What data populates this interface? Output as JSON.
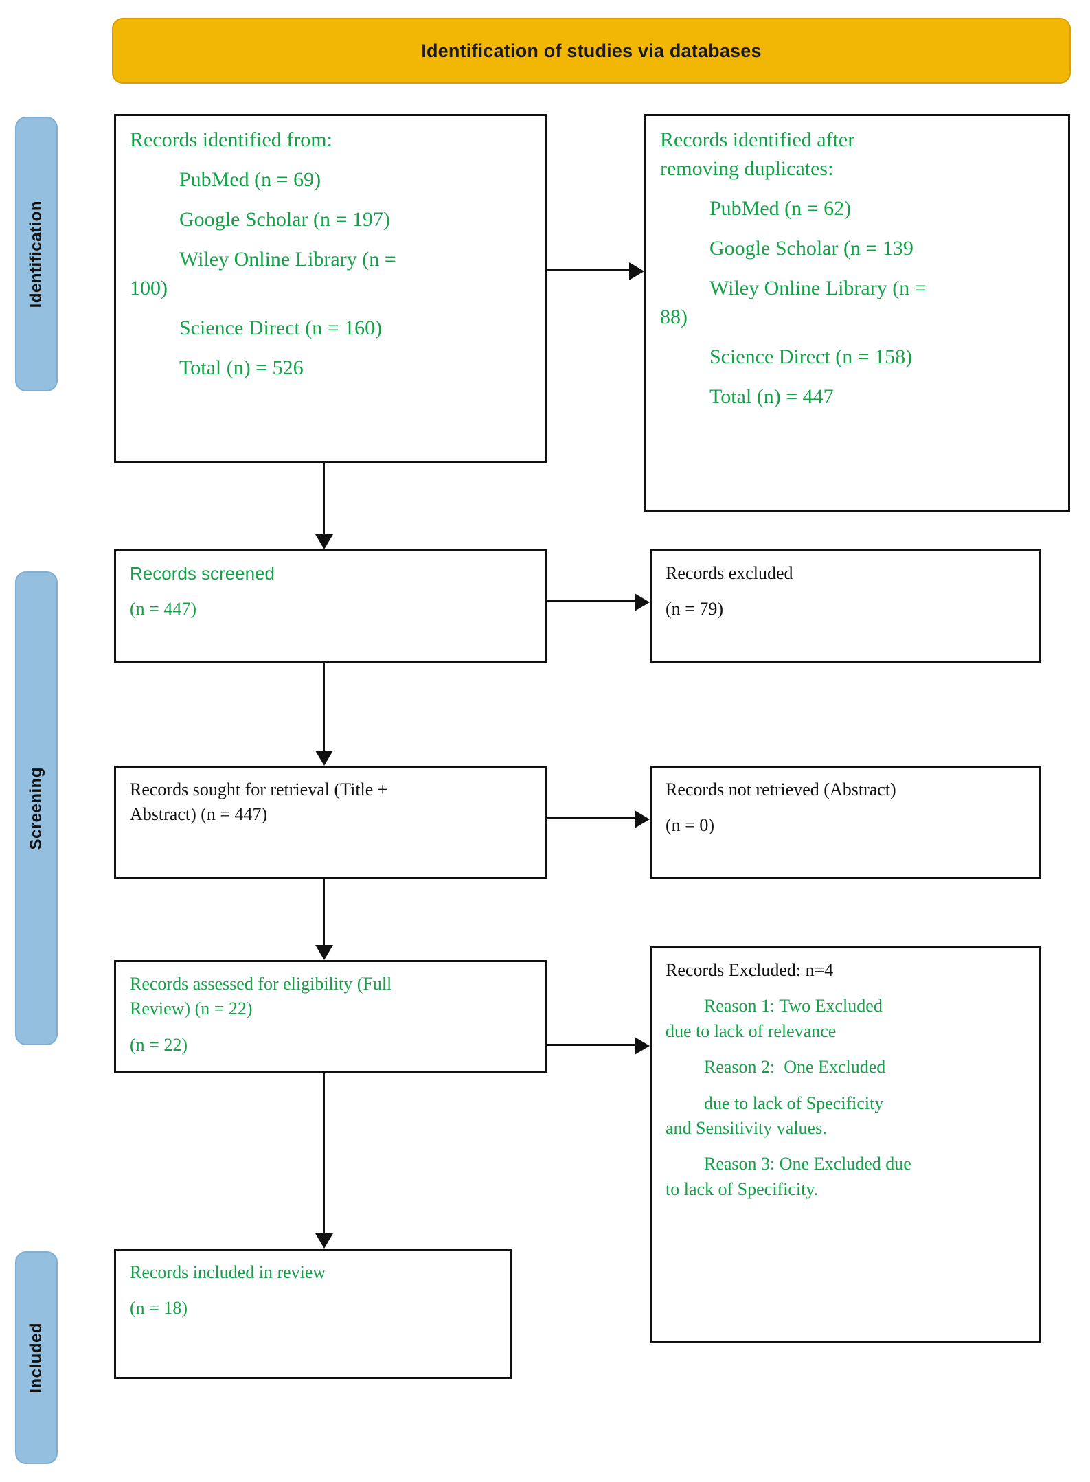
{
  "banner": {
    "title": "Identification of studies via databases"
  },
  "stages": [
    {
      "id": "identification",
      "label": "Identification"
    },
    {
      "id": "screening",
      "label": "Screening"
    },
    {
      "id": "included",
      "label": "Included"
    }
  ],
  "colors": {
    "banner_background": "#F2B705",
    "stage_background": "#94BFDF",
    "green_text": "#17A04A",
    "black_text": "#121212",
    "box_border": "#111111"
  },
  "boxes": {
    "identified": {
      "heading": "Records identified from:",
      "lines": [
        "PubMed (n = 69)",
        "Google Scholar (n = 197)",
        "Wiley Online Library (n =",
        "100)",
        "Science Direct (n = 160)",
        "Total (n) = 526"
      ]
    },
    "deduplicated": {
      "heading_line1": "Records identified after",
      "heading_line2": "removing duplicates:",
      "lines": [
        "PubMed (n = 62)",
        "Google Scholar (n = 139",
        "Wiley Online Library (n =",
        "88)",
        "Science Direct (n = 158)",
        "Total (n) = 447"
      ]
    },
    "screened": {
      "line1": "Records screened",
      "line2": "(n = 447)"
    },
    "excluded": {
      "line1": "Records excluded",
      "line2": "(n = 79)"
    },
    "sought": {
      "line1": "Records sought for retrieval (Title +",
      "line2": "Abstract) (n = 447)"
    },
    "not_retrieved": {
      "line1": "Records not retrieved (Abstract)",
      "line2": "(n = 0)"
    },
    "eligibility": {
      "line1": "Records assessed for eligibility (Full",
      "line2": "Review) (n = 22)",
      "line3": "(n = 22)"
    },
    "excluded_reasons": {
      "heading": "Records Excluded: n=4",
      "reason1_line1": "Reason 1: Two Excluded",
      "reason1_line2": "due to lack of relevance",
      "reason2_line1": "Reason 2:  One Excluded",
      "reason2_line2": "due to lack of Specificity",
      "reason2_line3": "and Sensitivity values.",
      "reason3_line1": "Reason 3: One Excluded due",
      "reason3_line2": "to lack of Specificity."
    },
    "included": {
      "line1": "Records included in review",
      "line2": "(n = 18)"
    }
  }
}
